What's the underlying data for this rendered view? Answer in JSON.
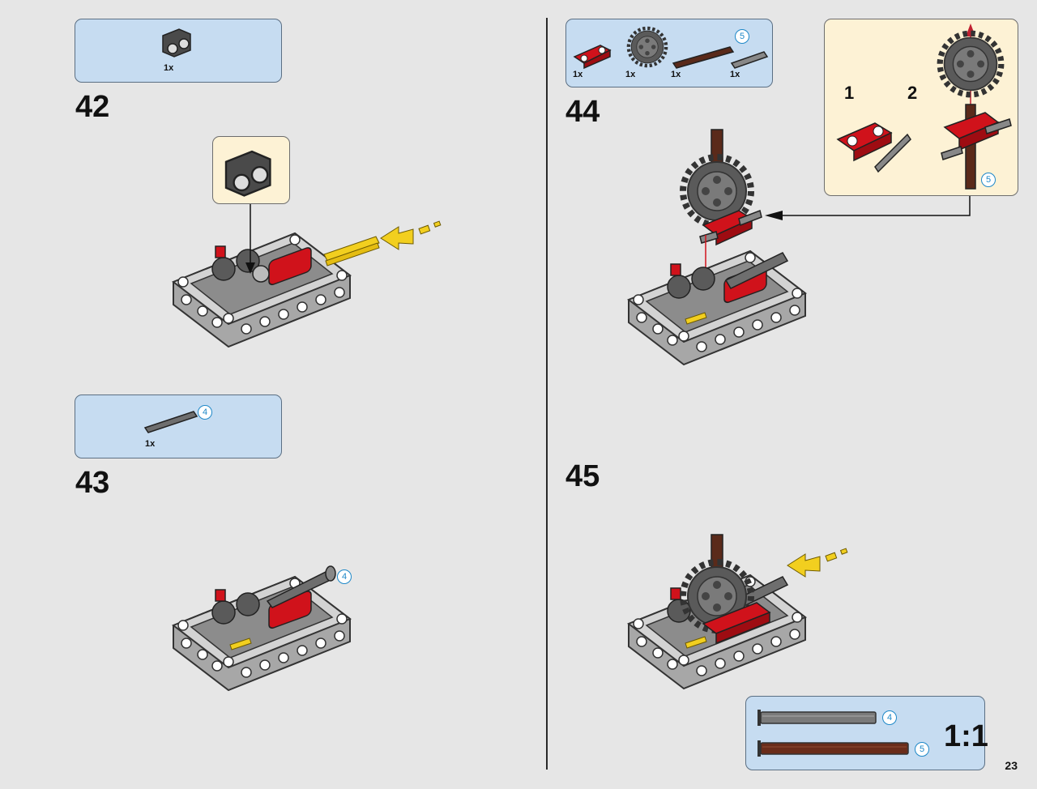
{
  "page_number": "23",
  "steps": [
    {
      "number": "42",
      "parts": [
        {
          "qty": "1x"
        }
      ]
    },
    {
      "number": "43",
      "parts": [
        {
          "qty": "1x",
          "length": "4"
        }
      ]
    },
    {
      "number": "44",
      "parts": [
        {
          "qty": "1x"
        },
        {
          "qty": "1x"
        },
        {
          "qty": "1x"
        },
        {
          "qty": "1x",
          "length": "5"
        }
      ]
    },
    {
      "number": "45",
      "parts": []
    }
  ],
  "step43_assembly_badge": "4",
  "callout": {
    "sub1": "1",
    "sub2": "2",
    "badge": "5"
  },
  "scale_ruler": {
    "items": [
      {
        "length": "4"
      },
      {
        "length": "5"
      }
    ],
    "label": "1:1"
  },
  "colors": {
    "parts_box": "#c6dcf1",
    "callout_box": "#fdf2d5",
    "brick_red": "#d0121b",
    "axle_brown": "#5a2a1a",
    "frame_grey": "#bfbfbf",
    "dark_grey": "#555555",
    "arrow_yellow": "#f2cf1f"
  },
  "icons": [
    "connector-icon",
    "axle-icon",
    "gear-icon",
    "red-beam-icon",
    "arrow-icon",
    "frame-assembly"
  ]
}
